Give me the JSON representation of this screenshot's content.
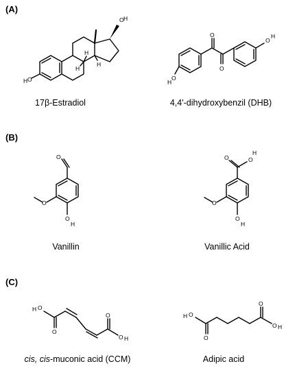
{
  "panels": {
    "a": {
      "label": "(A)",
      "left_caption": "17β-Estradiol",
      "right_caption": "4,4'-dihydroxybenzil (DHB)"
    },
    "b": {
      "label": "(B)",
      "left_caption": "Vanillin",
      "right_caption": "Vanillic Acid"
    },
    "c": {
      "label": "(C)",
      "left_caption_prefix": "cis, cis",
      "left_caption_rest": "-muconic acid (CCM)",
      "right_caption": "Adipic acid"
    }
  },
  "atoms": {
    "hydroxyl": "O",
    "hydrogen": "H",
    "oxygen": "O"
  }
}
